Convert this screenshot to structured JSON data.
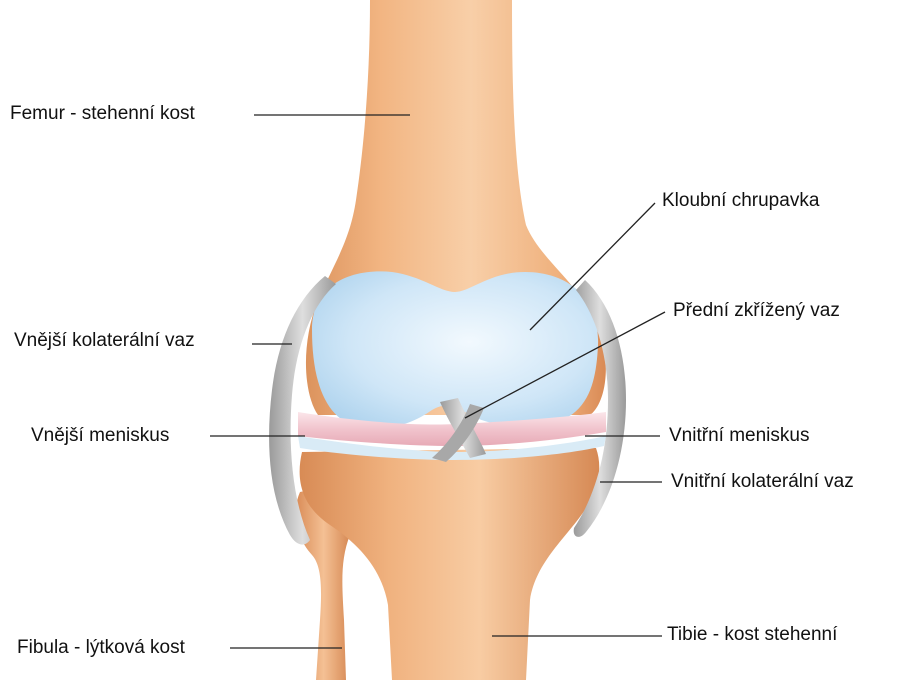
{
  "labels": {
    "femur": "Femur - stehenní kost",
    "cartilage": "Kloubní chrupavka",
    "acl": "Přední zkřížený vaz",
    "lateral_collateral": "Vnější kolaterální vaz",
    "lateral_meniscus": "Vnější meniskus",
    "medial_meniscus": "Vnitřní meniskus",
    "medial_collateral": "Vnitřní kolaterální vaz",
    "fibula": "Fibula - lýtková kost",
    "tibia": "Tibie - kost stehenní"
  },
  "colors": {
    "bone_light": "#f6c69d",
    "bone_mid": "#eeaa76",
    "bone_dark": "#d98d57",
    "cartilage_light": "#eef7fd",
    "cartilage_mid": "#bcdcf2",
    "ligament": "#c9c9c9",
    "ligament_dark": "#8e8e8e",
    "meniscus": "#f1c7cf",
    "leader_line": "#222222",
    "text": "#111111"
  }
}
